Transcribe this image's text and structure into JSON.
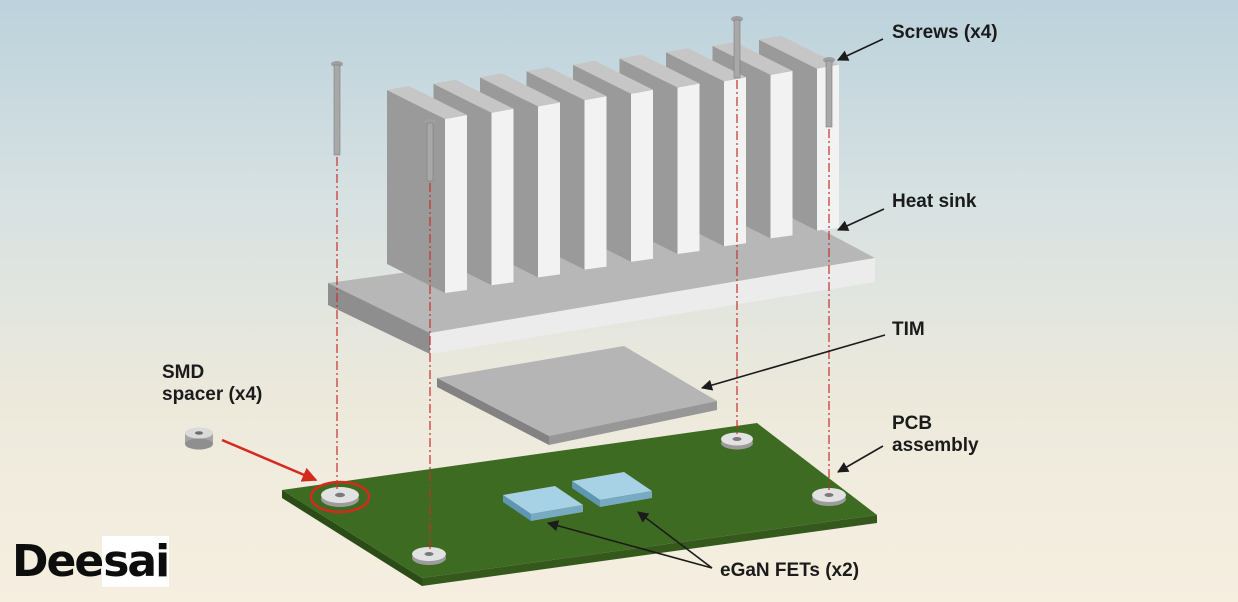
{
  "labels": {
    "screws": "Screws (x4)",
    "heat_sink": "Heat sink",
    "tim": "TIM",
    "smd_spacer": "SMD\nspacer (x4)",
    "pcb_assembly": "PCB\nassembly",
    "egan_fets": "eGaN FETs (x2)"
  },
  "watermark": {
    "part1": "Dee",
    "part2": "sai"
  },
  "colors": {
    "heatsink": "#c9c9c9",
    "pcb": "#3e6b22",
    "tim": "#b5b5b5",
    "fet": "#8fc2d8",
    "guide_line": "#c8302a",
    "highlight": "#d42a1e"
  }
}
